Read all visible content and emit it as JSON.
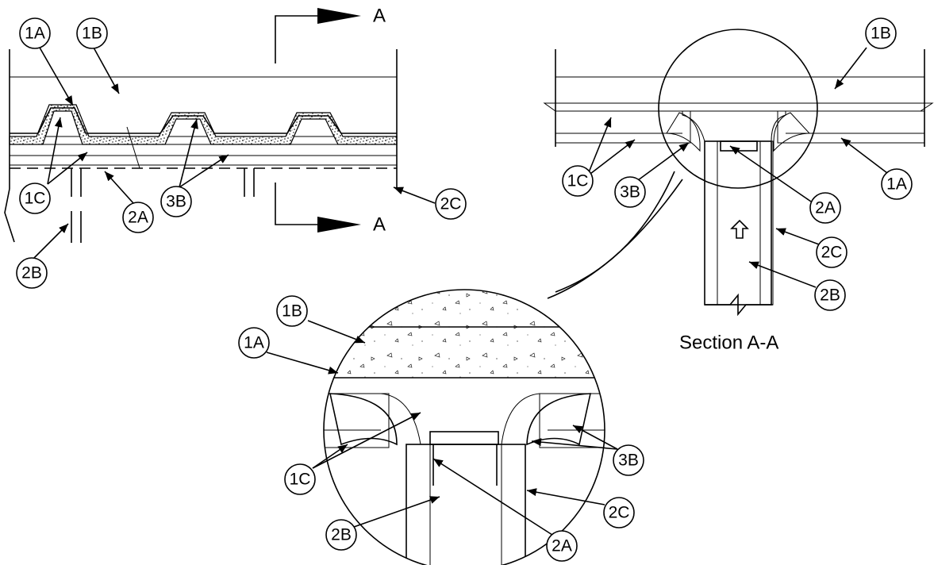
{
  "labels": {
    "l1A": "1A",
    "l1B": "1B",
    "l1C": "1C",
    "l2A": "2A",
    "l2B": "2B",
    "l2C": "2C",
    "l3B": "3B"
  },
  "section_marker": "A",
  "section_title": "Section A-A"
}
